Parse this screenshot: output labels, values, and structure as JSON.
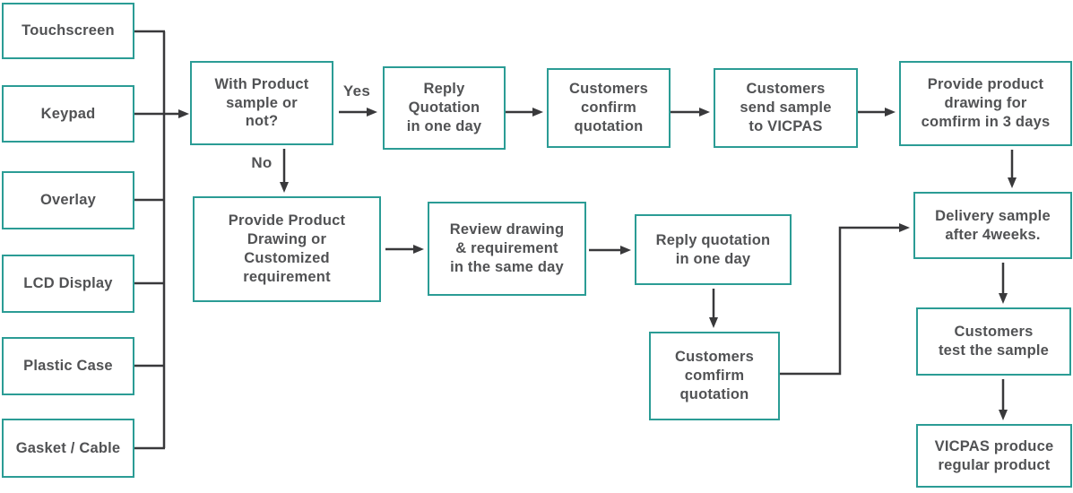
{
  "colors": {
    "background": "#ffffff",
    "box_border": "#2b9c95",
    "box_fill": "#ffffff",
    "text": "#515254",
    "line": "#39393b"
  },
  "left_column": {
    "items": [
      {
        "label": "Touchscreen"
      },
      {
        "label": "Keypad"
      },
      {
        "label": "Overlay"
      },
      {
        "label": "LCD Display"
      },
      {
        "label": "Plastic Case"
      },
      {
        "label": "Gasket / Cable"
      }
    ]
  },
  "flow": {
    "yes_label": "Yes",
    "no_label": "No",
    "decision": {
      "label": "With Product\nsample or\nnot?"
    },
    "reply_quotation_top": {
      "label": "Reply\nQuotation\nin one day"
    },
    "customers_confirm_quotation": {
      "label": "Customers\nconfirm\nquotation"
    },
    "customers_send_sample": {
      "label": "Customers\nsend sample\nto VICPAS"
    },
    "provide_product_drawing": {
      "label": "Provide product\ndrawing for\ncomfirm in 3 days"
    },
    "provide_drawing_or_requirement": {
      "label": "Provide Product\nDrawing or\nCustomized\nrequirement"
    },
    "review_drawing": {
      "label": "Review drawing\n& requirement\nin the same day"
    },
    "reply_quotation_bottom": {
      "label": "Reply quotation\nin one day"
    },
    "customers_comfirm_quotation": {
      "label": "Customers\ncomfirm\nquotation"
    },
    "delivery_sample": {
      "label": "Delivery sample\nafter 4weeks."
    },
    "customers_test_sample": {
      "label": "Customers\ntest the sample"
    },
    "vicpas_produce": {
      "label": "VICPAS produce\nregular product"
    }
  }
}
